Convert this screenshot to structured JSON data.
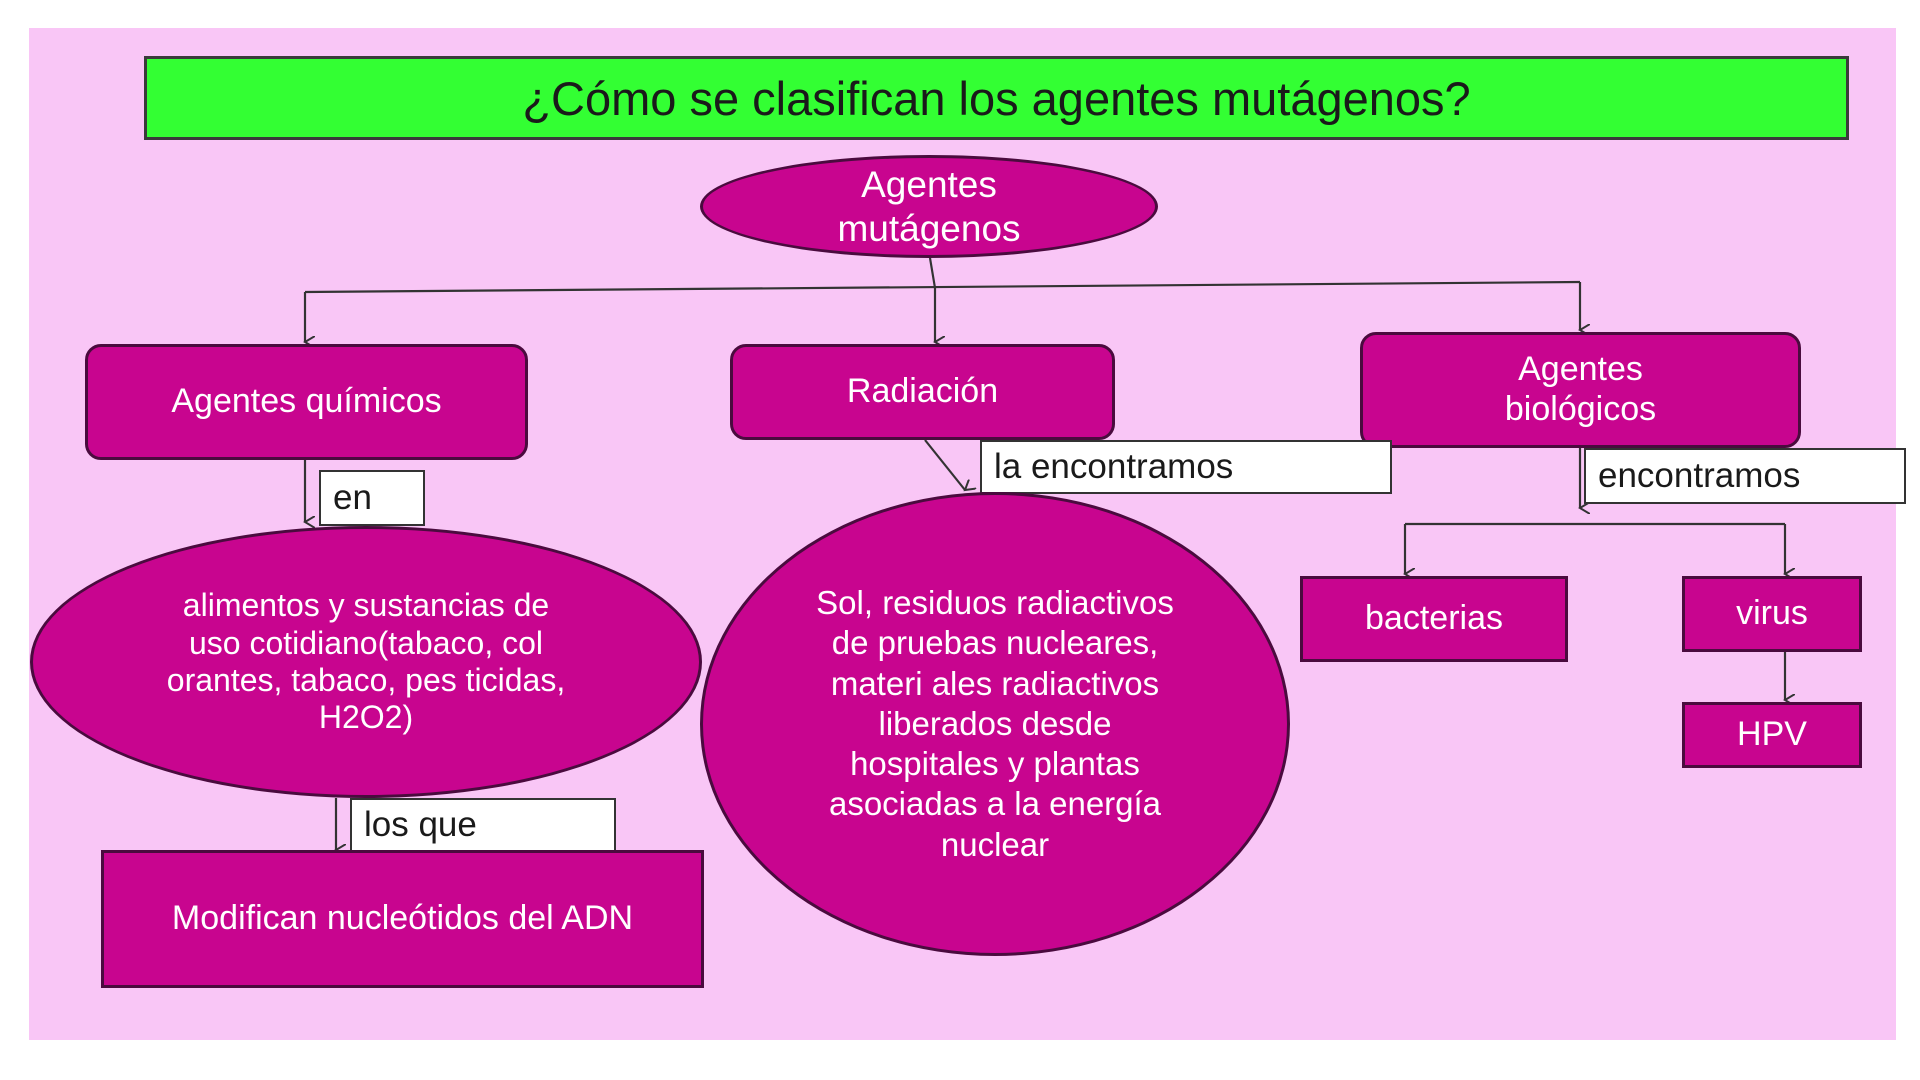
{
  "title": "¿Cómo se clasifican los agentes mutágenos?",
  "nodes": {
    "root": "Agentes mutágenos",
    "quimicos": "Agentes químicos",
    "radiacion": "Radiación",
    "biologicos": "Agentes biológicos",
    "alimentos": "alimentos y sustancias de uso cotidiano(tabaco, col orantes, tabaco,  pes ticidas, H2O2)",
    "modifican": "Modifican nucleótidos del ADN",
    "sol": "Sol, residuos radiactivos de pruebas nucleares, materi ales radiactivos liberados desde hospitales y plantas asociadas a la energía nuclear",
    "bacterias": "bacterias",
    "virus": "virus",
    "hpv": "HPV"
  },
  "links": {
    "en": "en",
    "los_que": "los que",
    "la_encontramos": "la encontramos",
    "encontramos": "encontramos"
  },
  "colors": {
    "background": "#f9c6f6",
    "title_fill": "#33ff33",
    "node_fill": "#c8058f",
    "node_text": "#ffffff"
  }
}
